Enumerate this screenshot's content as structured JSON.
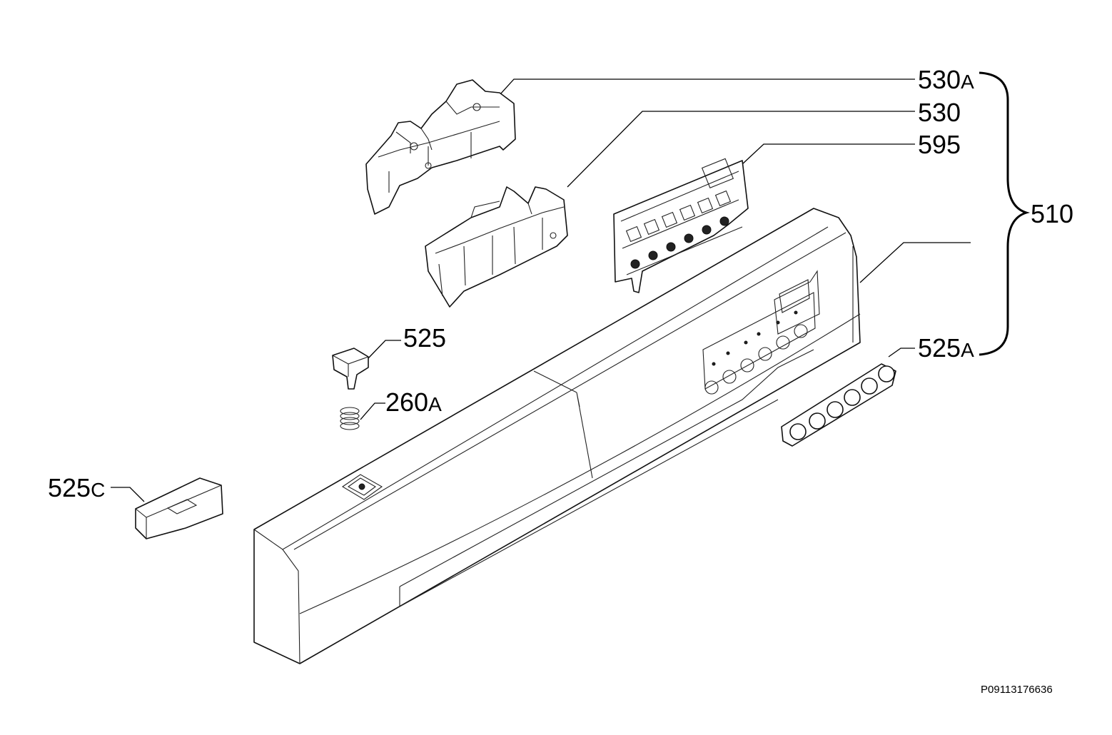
{
  "labels": {
    "l530": "530",
    "l530A_num": "530",
    "l530A_suf": "A",
    "l595": "595",
    "l510": "510",
    "l525": "525",
    "l260A_num": "260",
    "l260A_suf": "A",
    "l525A_num": "525",
    "l525A_suf": "A",
    "l525C_num": "525",
    "l525C_suf": "C"
  },
  "document_code": "P09113176636"
}
